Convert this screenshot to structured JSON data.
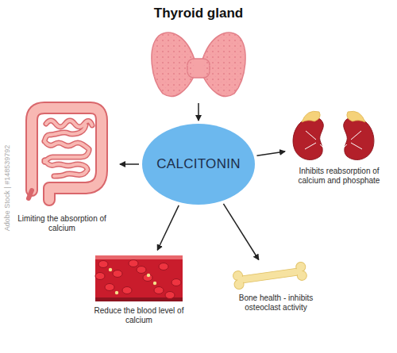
{
  "diagram": {
    "nodes": [
      {
        "text": [
          "Thyroid gland"
        ]
      },
      {
        "text": [
          "CALCITONIN"
        ]
      },
      {
        "text": [
          "Limiting the absorption of calcium"
        ]
      },
      {
        "text": [
          "Reduce the blood level of calcium"
        ]
      },
      {
        "text": [
          "Bone health - inhibits osteoclast activity"
        ]
      },
      {
        "text": [
          "Inhibits reabsorption of calcium and phosphate"
        ]
      }
    ],
    "edges": [
      {
        "from": 0,
        "to": 1,
        "arrow": "to"
      },
      {
        "from": 1,
        "to": 2,
        "arrow": "to"
      },
      {
        "from": 1,
        "to": 3,
        "arrow": "to"
      },
      {
        "from": 1,
        "to": 4,
        "arrow": "to"
      },
      {
        "from": 1,
        "to": 5,
        "arrow": "to"
      }
    ],
    "labels": [
      "Adobe Stock | #148539792"
    ]
  }
}
